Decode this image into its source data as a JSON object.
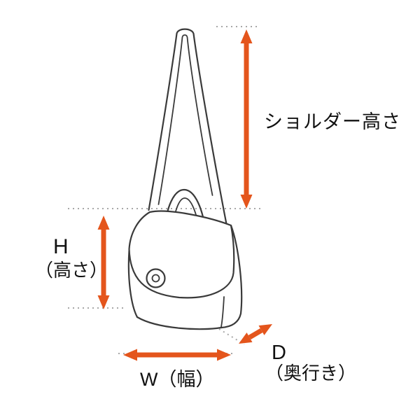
{
  "diagram": {
    "type": "product-dimension-diagram",
    "subject": "shoulder bag line drawing with measurement arrows",
    "colors": {
      "arrow": "#e4551c",
      "outline": "#3a3a3a",
      "dashed": "#a8a8a8",
      "text": "#111111",
      "background": "#ffffff"
    },
    "labels": {
      "shoulder_height": "ショルダー高さ",
      "height_abbr": "H",
      "height_name": "（高さ）",
      "width": "W（幅）",
      "depth_abbr": "D",
      "depth_name": "（奥行き）"
    }
  }
}
